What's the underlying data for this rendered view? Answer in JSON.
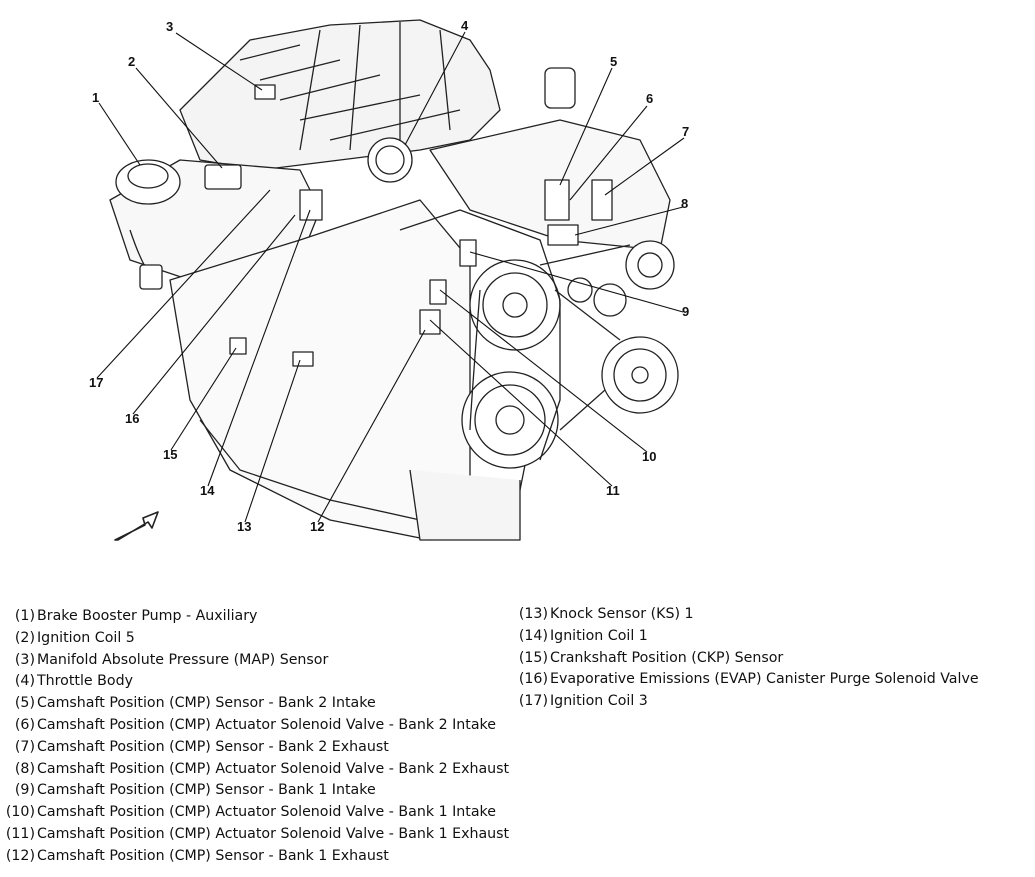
{
  "callouts": [
    "1",
    "2",
    "3",
    "4",
    "5",
    "6",
    "7",
    "8",
    "9",
    "10",
    "11",
    "12",
    "13",
    "14",
    "15",
    "16",
    "17"
  ],
  "legend": {
    "left": [
      {
        "num": "(1)",
        "label": "Brake Booster Pump - Auxiliary"
      },
      {
        "num": "(2)",
        "label": "Ignition Coil 5"
      },
      {
        "num": "(3)",
        "label": "Manifold Absolute Pressure (MAP) Sensor"
      },
      {
        "num": "(4)",
        "label": "Throttle Body"
      },
      {
        "num": "(5)",
        "label": "Camshaft Position (CMP) Sensor - Bank 2 Intake"
      },
      {
        "num": "(6)",
        "label": "Camshaft Position (CMP) Actuator Solenoid Valve - Bank 2 Intake"
      },
      {
        "num": "(7)",
        "label": "Camshaft Position (CMP) Sensor - Bank 2 Exhaust"
      },
      {
        "num": "(8)",
        "label": "Camshaft Position (CMP) Actuator Solenoid Valve - Bank 2 Exhaust"
      },
      {
        "num": "(9)",
        "label": "Camshaft Position (CMP) Sensor - Bank 1 Intake"
      },
      {
        "num": "(10)",
        "label": "Camshaft Position (CMP) Actuator Solenoid Valve - Bank 1 Intake"
      },
      {
        "num": "(11)",
        "label": "Camshaft Position (CMP) Actuator Solenoid Valve - Bank 1 Exhaust"
      },
      {
        "num": "(12)",
        "label": "Camshaft Position (CMP) Sensor - Bank 1 Exhaust"
      }
    ],
    "right": [
      {
        "num": "(13)",
        "label": "Knock Sensor (KS) 1"
      },
      {
        "num": "(14)",
        "label": "Ignition Coil 1"
      },
      {
        "num": "(15)",
        "label": "Crankshaft Position (CKP) Sensor"
      },
      {
        "num": "(16)",
        "label": "Evaporative Emissions (EVAP) Canister Purge Solenoid Valve"
      },
      {
        "num": "(17)",
        "label": "Ignition Coil 3"
      }
    ]
  }
}
